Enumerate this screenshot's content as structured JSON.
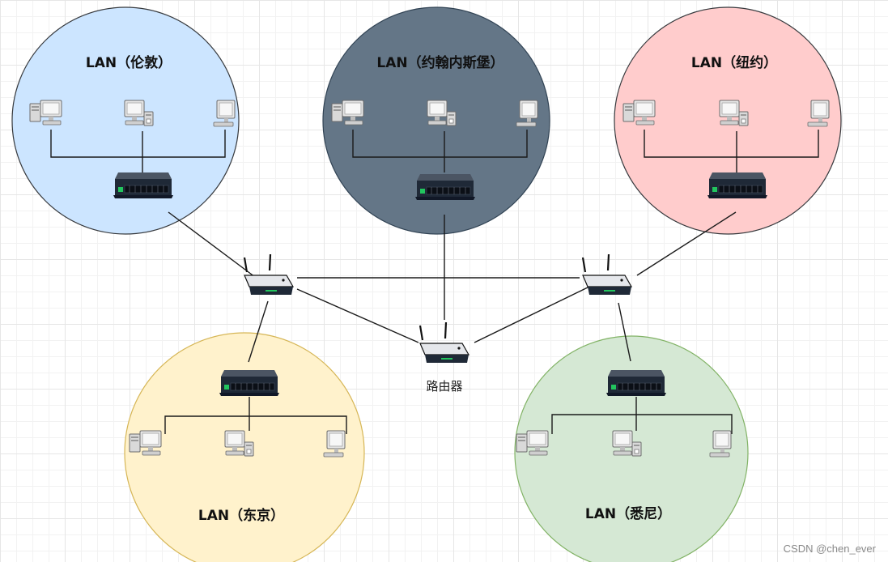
{
  "lans": [
    {
      "id": "london",
      "title": "LAN（伦敦）",
      "fill": "#cce5ff",
      "stroke": "#36393d"
    },
    {
      "id": "amsterdam",
      "title": "LAN（约翰内斯堡）",
      "fill": "#647687",
      "stroke": "#314354"
    },
    {
      "id": "newyork",
      "title": "LAN（纽约）",
      "fill": "#ffcccc",
      "stroke": "#36393d"
    },
    {
      "id": "tokyo",
      "title": "LAN（东京）",
      "fill": "#fff2cc",
      "stroke": "#d6b656"
    },
    {
      "id": "sydney",
      "title": "LAN（悉尼）",
      "fill": "#d5e8d4",
      "stroke": "#82b366"
    }
  ],
  "router": {
    "label": "路由器"
  },
  "watermark": "CSDN @chen_ever",
  "icons": {
    "pc": "desktop-pc-icon",
    "workstation": "workstation-icon",
    "monitor": "monitor-icon",
    "switch": "network-switch-icon",
    "router": "wireless-router-icon"
  }
}
